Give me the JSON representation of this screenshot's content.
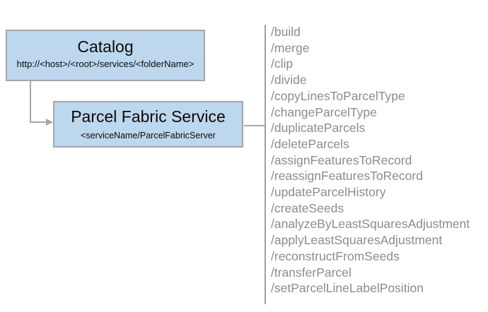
{
  "nodes": {
    "catalog": {
      "title": "Catalog",
      "subtitle": "http://<host>/<root>/services/<folderName>"
    },
    "service": {
      "title": "Parcel Fabric Service",
      "subtitle": "<serviceName/ParcelFabricServer"
    }
  },
  "endpoints": [
    "/build",
    "/merge",
    "/clip",
    "/divide",
    "/copyLinesToParcelType",
    "/changeParcelType",
    "/duplicateParcels",
    "/deleteParcels",
    "/assignFeaturesToRecord",
    "/reassignFeaturesToRecord",
    "/updateParcelHistory",
    "/createSeeds",
    "/analyzeByLeastSquaresAdjustment",
    "/applyLeastSquaresAdjustment",
    "/reconstructFromSeeds",
    "/transferParcel",
    "/setParcelLineLabelPosition"
  ],
  "colors": {
    "node_fill": "#BDD7EE",
    "node_border": "#A6A6A6",
    "connector": "#A6A6A6",
    "divider": "#A0A0A0",
    "endpoint_text": "#8C8C8C",
    "title_text": "#0A0A0A"
  }
}
